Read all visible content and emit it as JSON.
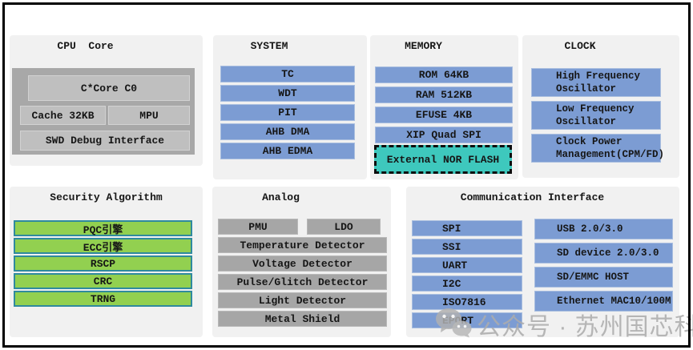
{
  "diagram": {
    "cpu": {
      "title": "CPU  Core",
      "core": "C*Core C0",
      "cache": "Cache 32KB",
      "mpu": "MPU",
      "swd": "SWD Debug Interface"
    },
    "system": {
      "title": "SYSTEM",
      "items": [
        "TC",
        "WDT",
        "PIT",
        "AHB DMA",
        "AHB EDMA"
      ]
    },
    "memory": {
      "title": "MEMORY",
      "items": [
        "ROM 64KB",
        "RAM 512KB",
        "EFUSE 4KB",
        "XIP Quad SPI"
      ],
      "external_flash": "External NOR FLASH"
    },
    "clock": {
      "title": "CLOCK",
      "items": [
        "High Frequency\nOscillator",
        "Low Frequency\nOscillator",
        "Clock Power\nManagement(CPM/FD)"
      ]
    },
    "security": {
      "title": "Security Algorithm",
      "items": [
        "PQC引擎",
        "ECC引擎",
        "RSCP",
        "CRC",
        "TRNG"
      ]
    },
    "analog": {
      "title": "Analog",
      "top_row": [
        "PMU",
        "LDO"
      ],
      "items": [
        "Temperature Detector",
        "Voltage Detector",
        "Pulse/Glitch Detector",
        "Light Detector",
        "Metal Shield"
      ]
    },
    "comm": {
      "title": "Communication Interface",
      "left_items": [
        "SPI",
        "SSI",
        "UART",
        "I2C",
        "ISO7816",
        "EPORT"
      ],
      "right_items": [
        "USB 2.0/3.0",
        "SD device 2.0/3.0",
        "SD/EMMC HOST",
        "Ethernet MAC10/100M"
      ]
    }
  },
  "watermark": {
    "text": "公众号 · 苏州国芯科技",
    "icon": "wechat-icon"
  },
  "colors": {
    "panel_bg": "#f1f1f1",
    "block_blue": "#7c9cd3",
    "block_gray_dark": "#a8a8a8",
    "block_gray_light": "#bfbfbf",
    "block_green": "#92d050",
    "green_border": "#2f8a9e",
    "block_teal": "#3ec8bd",
    "frame_border": "#000000",
    "watermark_gray": "#acacac"
  }
}
